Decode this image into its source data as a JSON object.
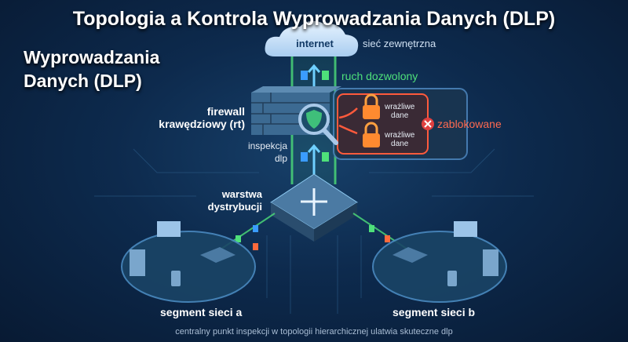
{
  "title": "Topologia a Kontrola Wyprowadzania Danych (DLP)",
  "subtitle_line1": "Wyprowadzania",
  "subtitle_line2": "Danych (DLP)",
  "internet": {
    "label": "internet",
    "caption": "sieć zewnętrzna"
  },
  "allowed_traffic": "ruch dozwolony",
  "firewall": {
    "line1": "firewall",
    "line2": "krawędziowy (rt)"
  },
  "inspection": {
    "line1": "inspekcja",
    "line2": "dlp"
  },
  "sensitive": [
    {
      "line1": "wrażliwe",
      "line2": "dane"
    },
    {
      "line1": "wrażliwe",
      "line2": "dane"
    }
  ],
  "blocked": "zablokowane",
  "distribution": {
    "line1": "warstwa",
    "line2": "dystrybucji"
  },
  "segments": [
    "segment sieci a",
    "segment sieci b"
  ],
  "footer": "centralny punkt inspekcji w topologii hierarchicznej ulatwia skuteczne dlp",
  "colors": {
    "allowed": "#4ee07a",
    "blocked": "#ff5a3c",
    "accent": "#5fc4ff"
  }
}
